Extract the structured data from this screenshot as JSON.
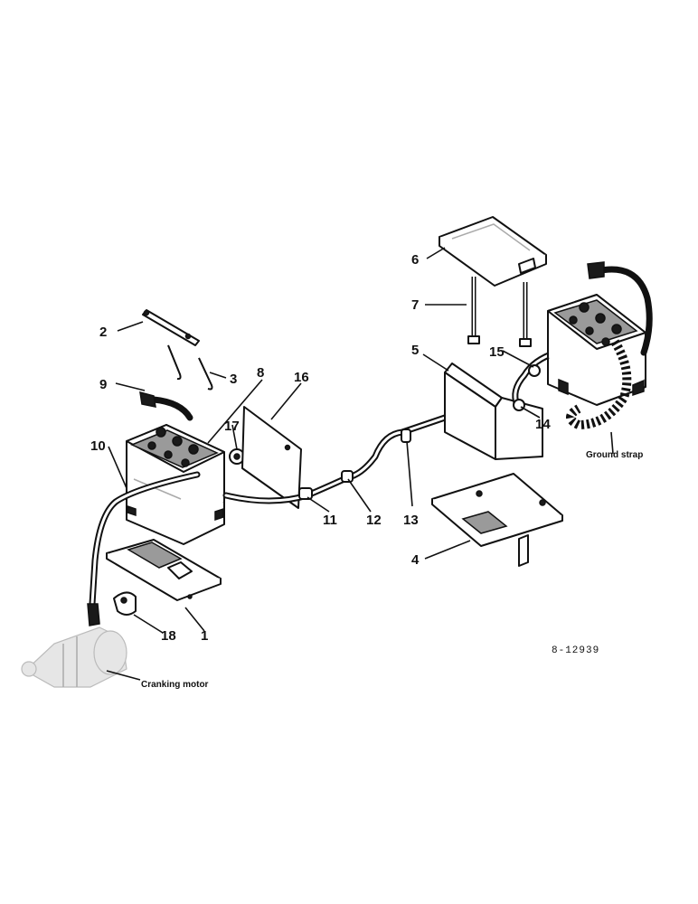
{
  "callouts": {
    "n1": "1",
    "n2": "2",
    "n3": "3",
    "n4": "4",
    "n5": "5",
    "n6": "6",
    "n7": "7",
    "n8": "8",
    "n9": "9",
    "n10": "10",
    "n11": "11",
    "n12": "12",
    "n13": "13",
    "n14": "14",
    "n15": "15",
    "n16": "16",
    "n17": "17",
    "n18": "18"
  },
  "captions": {
    "ground_strap": "Ground strap",
    "cranking_motor": "Cranking motor"
  },
  "drawing_code": "8-12939"
}
